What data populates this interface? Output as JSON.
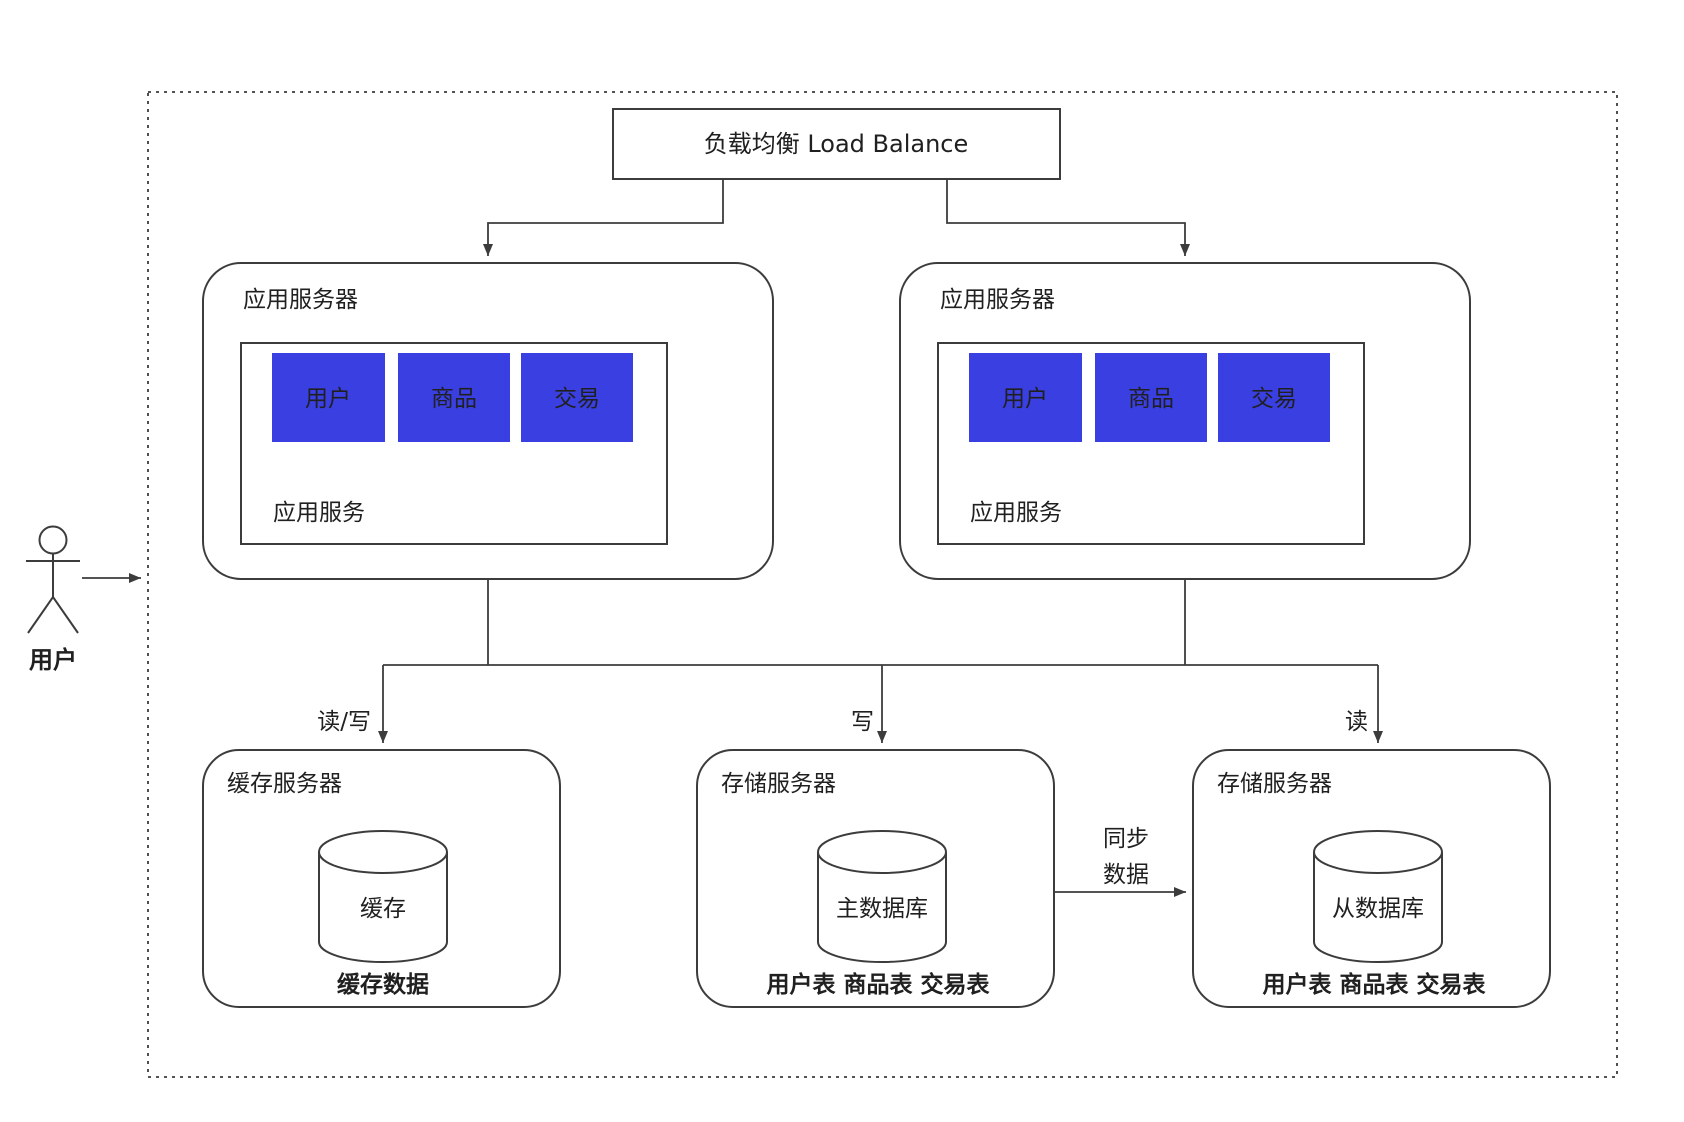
{
  "colors": {
    "module_fill": "#3A3FE2",
    "module_text": "#F2F2F7",
    "line": "#3c3c3c",
    "text": "#202020"
  },
  "actor": {
    "label": "用户"
  },
  "load_balancer": {
    "label": "负载均衡 Load Balance"
  },
  "app_servers": [
    {
      "title": "应用服务器",
      "modules": [
        "用户",
        "商品",
        "交易"
      ],
      "service_label": "应用服务"
    },
    {
      "title": "应用服务器",
      "modules": [
        "用户",
        "商品",
        "交易"
      ],
      "service_label": "应用服务"
    }
  ],
  "edges": {
    "cache": "读/写",
    "write": "写",
    "read": "读",
    "sync": [
      "同步",
      "数据"
    ]
  },
  "storage": [
    {
      "title": "缓存服务器",
      "db_label": "缓存",
      "caption": "缓存数据"
    },
    {
      "title": "存储服务器",
      "db_label": "主数据库",
      "caption": "用户表 商品表 交易表"
    },
    {
      "title": "存储服务器",
      "db_label": "从数据库",
      "caption": "用户表 商品表 交易表"
    }
  ]
}
